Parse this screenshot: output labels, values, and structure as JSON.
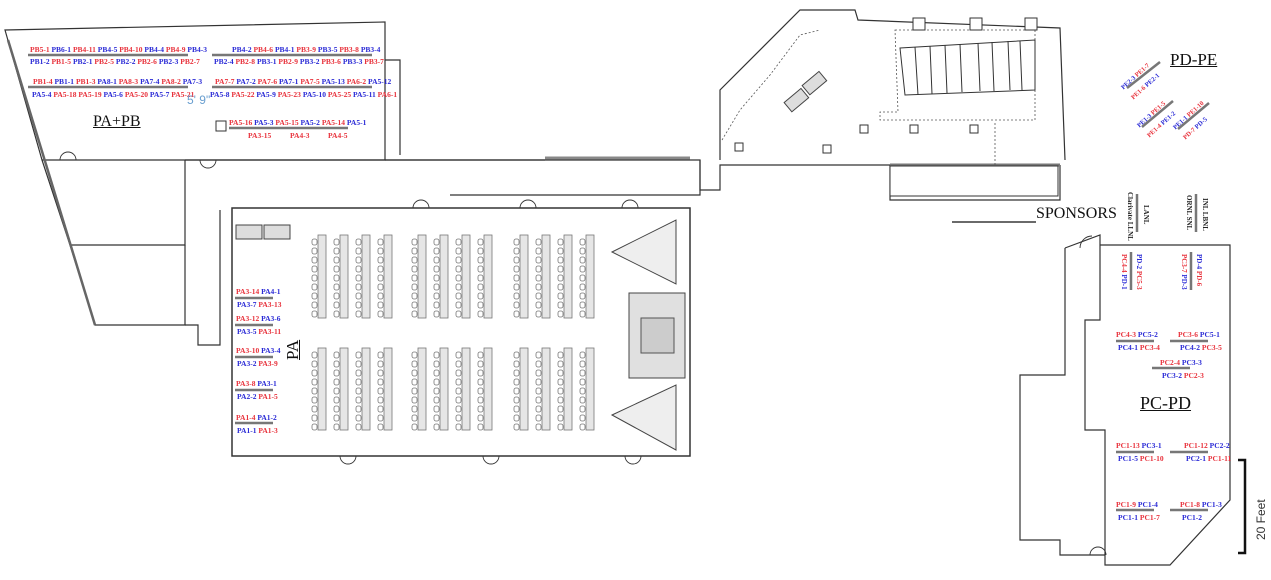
{
  "rooms": {
    "pa_pb": {
      "title": "PA+PB"
    },
    "pa": {
      "title": "PA"
    },
    "pc_pd": {
      "title": "PC-PD"
    },
    "pd_pe": {
      "title": "PD-PE"
    }
  },
  "sponsors": {
    "title": "SPONSORS"
  },
  "dimension": {
    "label": "5' 9\""
  },
  "scale_bar": {
    "label": "20 Feet"
  },
  "colors": {
    "red": "#e8323c",
    "blue": "#2a2ad6",
    "wall": "#333333",
    "table": "#d9d9d9"
  },
  "pa_pb_rows": [
    {
      "top": [
        [
          "PB5-1",
          "r"
        ],
        [
          "PB6-1",
          "b"
        ],
        [
          "PB4-11",
          "r"
        ],
        [
          "PB4-5",
          "b"
        ],
        [
          "PB4-10",
          "r"
        ],
        [
          "PB4-4",
          "b"
        ],
        [
          "PB4-9",
          "r"
        ],
        [
          "PB4-3",
          "b"
        ]
      ],
      "bottom": [
        [
          "PB1-2",
          "b"
        ],
        [
          "PB1-5",
          "r"
        ],
        [
          "PB2-1",
          "b"
        ],
        [
          "PB2-5",
          "r"
        ],
        [
          "PB2-2",
          "b"
        ],
        [
          "PB2-6",
          "r"
        ],
        [
          "PB2-3",
          "b"
        ],
        [
          "PB2-7",
          "r"
        ]
      ]
    },
    {
      "top": [
        [
          "PB4-2",
          "b"
        ],
        [
          "PB4-6",
          "r"
        ],
        [
          "PB4-1",
          "b"
        ],
        [
          "PB3-9",
          "r"
        ],
        [
          "PB3-5",
          "b"
        ],
        [
          "PB3-8",
          "r"
        ],
        [
          "PB3-4",
          "b"
        ]
      ],
      "bottom": [
        [
          "PB2-4",
          "b"
        ],
        [
          "PB2-8",
          "r"
        ],
        [
          "PB3-1",
          "b"
        ],
        [
          "PB2-9",
          "r"
        ],
        [
          "PB3-2",
          "b"
        ],
        [
          "PB3-6",
          "r"
        ],
        [
          "PB3-3",
          "b"
        ],
        [
          "PB3-7",
          "r"
        ]
      ]
    },
    {
      "top": [
        [
          "PB1-4",
          "r"
        ],
        [
          "PB1-1",
          "b"
        ],
        [
          "PB1-3",
          "r"
        ],
        [
          "PA8-1",
          "b"
        ],
        [
          "PA8-3",
          "r"
        ],
        [
          "PA7-4",
          "b"
        ],
        [
          "PA8-2",
          "r"
        ],
        [
          "PA7-3",
          "b"
        ]
      ],
      "bottom": [
        [
          "PA5-4",
          "b"
        ],
        [
          "PA5-18",
          "r"
        ],
        [
          "PA5-19",
          "r"
        ],
        [
          "PA5-6",
          "b"
        ],
        [
          "PA5-20",
          "r"
        ],
        [
          "PA5-7",
          "b"
        ],
        [
          "PA5-21",
          "r"
        ]
      ]
    },
    {
      "top": [
        [
          "PA7-7",
          "r"
        ],
        [
          "PA7-2",
          "b"
        ],
        [
          "PA7-6",
          "r"
        ],
        [
          "PA7-1",
          "b"
        ],
        [
          "PA7-5",
          "r"
        ],
        [
          "PA5-13",
          "b"
        ],
        [
          "PA6-2",
          "r"
        ],
        [
          "PA5-12",
          "b"
        ]
      ],
      "bottom": [
        [
          "PA5-8",
          "b"
        ],
        [
          "PA5-22",
          "r"
        ],
        [
          "PA5-9",
          "b"
        ],
        [
          "PA5-23",
          "r"
        ],
        [
          "PA5-10",
          "b"
        ],
        [
          "PA5-25",
          "r"
        ],
        [
          "PA5-11",
          "b"
        ],
        [
          "PA6-1",
          "r"
        ]
      ]
    },
    {
      "top": [
        [
          "PA5-16",
          "r"
        ],
        [
          "PA5-3",
          "b"
        ],
        [
          "PA5-15",
          "r"
        ],
        [
          "PA5-2",
          "b"
        ],
        [
          "PA5-14",
          "r"
        ],
        [
          "PA5-1",
          "b"
        ]
      ],
      "bottom": [
        [
          "PA3-15",
          "r"
        ],
        [
          "PA4-3",
          "r"
        ],
        [
          "PA4-5",
          "r"
        ]
      ]
    }
  ],
  "pa_poster_rows": [
    {
      "top": [
        [
          "PA3-14",
          "r"
        ],
        [
          "PA4-1",
          "b"
        ]
      ],
      "bottom": [
        [
          "PA3-7",
          "b"
        ],
        [
          "PA3-13",
          "r"
        ]
      ]
    },
    {
      "top": [
        [
          "PA3-12",
          "r"
        ],
        [
          "PA3-6",
          "b"
        ]
      ],
      "bottom": [
        [
          "PA3-5",
          "b"
        ],
        [
          "PA3-11",
          "r"
        ]
      ]
    },
    {
      "top": [
        [
          "PA3-10",
          "r"
        ],
        [
          "PA3-4",
          "b"
        ]
      ],
      "bottom": [
        [
          "PA3-2",
          "b"
        ],
        [
          "PA3-9",
          "r"
        ]
      ]
    },
    {
      "top": [
        [
          "PA3-8",
          "r"
        ],
        [
          "PA3-1",
          "b"
        ]
      ],
      "bottom": [
        [
          "PA2-2",
          "b"
        ],
        [
          "PA1-5",
          "r"
        ]
      ]
    },
    {
      "top": [
        [
          "PA1-4",
          "r"
        ],
        [
          "PA1-2",
          "b"
        ]
      ],
      "bottom": [
        [
          "PA1-1",
          "b"
        ],
        [
          "PA1-3",
          "r"
        ]
      ]
    }
  ],
  "pc_pd_rows": [
    {
      "top": [
        [
          "PC4-3",
          "r"
        ],
        [
          "PC5-2",
          "b"
        ]
      ],
      "bottom": [
        [
          "PC4-1",
          "b"
        ],
        [
          "PC3-4",
          "r"
        ]
      ]
    },
    {
      "top": [
        [
          "PC3-6",
          "r"
        ],
        [
          "PC5-1",
          "b"
        ]
      ],
      "bottom": [
        [
          "PC4-2",
          "b"
        ],
        [
          "PC3-5",
          "r"
        ]
      ]
    },
    {
      "top": [
        [
          "PC2-4",
          "r"
        ],
        [
          "PC3-3",
          "b"
        ]
      ],
      "bottom": [
        [
          "PC3-2",
          "b"
        ],
        [
          "PC2-3",
          "r"
        ]
      ]
    },
    {
      "top": [
        [
          "PC1-13",
          "r"
        ],
        [
          "PC3-1",
          "b"
        ]
      ],
      "bottom": [
        [
          "PC1-5",
          "b"
        ],
        [
          "PC1-10",
          "r"
        ]
      ]
    },
    {
      "top": [
        [
          "PC1-12",
          "r"
        ],
        [
          "PC2-2",
          "b"
        ]
      ],
      "bottom": [
        [
          "PC2-1",
          "b"
        ],
        [
          "PC1-11",
          "r"
        ]
      ]
    },
    {
      "top": [
        [
          "PC1-9",
          "r"
        ],
        [
          "PC1-4",
          "b"
        ]
      ],
      "bottom": [
        [
          "PC1-1",
          "b"
        ],
        [
          "PC1-7",
          "r"
        ]
      ]
    },
    {
      "top": [
        [
          "PC1-8",
          "r"
        ],
        [
          "PC1-3",
          "b"
        ]
      ],
      "bottom": [
        [
          "PC1-2",
          "b"
        ]
      ]
    }
  ],
  "pd_vertical": [
    {
      "left": [
        [
          "PC4-4",
          "r"
        ],
        [
          "PD-1",
          "b"
        ]
      ],
      "right": [
        [
          "PD-2",
          "b"
        ],
        [
          "PC5-3",
          "r"
        ]
      ]
    },
    {
      "left": [
        [
          "PC3-7",
          "r"
        ],
        [
          "PD-3",
          "b"
        ]
      ],
      "right": [
        [
          "PD-4",
          "b"
        ],
        [
          "PD-6",
          "r"
        ]
      ]
    }
  ],
  "sponsor_vertical": [
    {
      "left": "Clarivate LLNL",
      "right": "LANL"
    },
    {
      "left": "ORNL SNL",
      "right": "INL LBNL"
    }
  ],
  "pe_diagonal": [
    {
      "top": [
        [
          "PE2-3",
          "b"
        ],
        [
          "PE1-7",
          "r"
        ]
      ],
      "bottom": [
        [
          "PE1-6",
          "r"
        ],
        [
          "PE2-1",
          "b"
        ]
      ]
    },
    {
      "top": [
        [
          "PE1-3",
          "b"
        ],
        [
          "PE1-5",
          "r"
        ]
      ],
      "bottom": [
        [
          "PE1-4",
          "r"
        ],
        [
          "PE1-2",
          "b"
        ]
      ]
    },
    {
      "top": [
        [
          "PE1-1",
          "b"
        ],
        [
          "PE1-10",
          "r"
        ]
      ],
      "bottom": [
        [
          "PD-7",
          "r"
        ],
        [
          "PD-5",
          "b"
        ]
      ]
    }
  ]
}
